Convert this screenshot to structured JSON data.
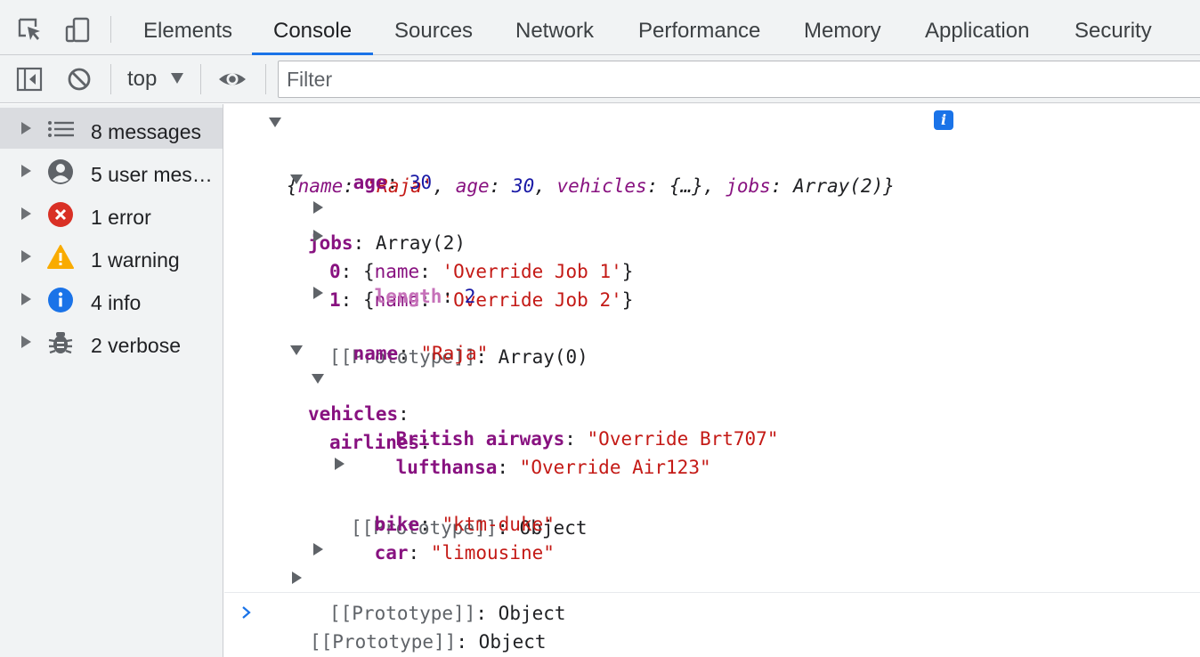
{
  "tabs": [
    {
      "label": "Elements"
    },
    {
      "label": "Console",
      "active": true
    },
    {
      "label": "Sources"
    },
    {
      "label": "Network"
    },
    {
      "label": "Performance"
    },
    {
      "label": "Memory"
    },
    {
      "label": "Application"
    },
    {
      "label": "Security"
    }
  ],
  "toolbar": {
    "context": "top",
    "filter_placeholder": "Filter"
  },
  "sidebar": {
    "items": [
      {
        "label": "8 messages",
        "icon": "list-icon",
        "selected": true
      },
      {
        "label": "5 user mes…",
        "icon": "user-icon"
      },
      {
        "label": "1 error",
        "icon": "error-icon",
        "color": "#d93025"
      },
      {
        "label": "1 warning",
        "icon": "warning-icon",
        "color": "#f9ab00"
      },
      {
        "label": "4 info",
        "icon": "info-icon",
        "color": "#1a73e8"
      },
      {
        "label": "2 verbose",
        "icon": "bug-icon"
      }
    ]
  },
  "console": {
    "summary": {
      "open": "{",
      "name_key": "name",
      "name_val": "'Raja'",
      "age_key": "age",
      "age_val": "30",
      "vehicles_key": "vehicles",
      "vehicles_val": "{…}",
      "jobs_key": "jobs",
      "jobs_val": "Array(2)",
      "close": "}"
    },
    "age": {
      "key": "age",
      "value": "30"
    },
    "jobs": {
      "key": "jobs",
      "type": "Array(2)",
      "item0": {
        "index": "0",
        "name_key": "name",
        "name_val": "'Override Job 1'"
      },
      "item1": {
        "index": "1",
        "name_key": "name",
        "name_val": "'Override Job 2'"
      },
      "length": {
        "key": "length",
        "value": "2"
      },
      "proto": {
        "key": "[[Prototype]]",
        "value": "Array(0)"
      }
    },
    "name": {
      "key": "name",
      "value": "\"Raja\""
    },
    "vehicles": {
      "key": "vehicles",
      "airlines": {
        "key": "airlines",
        "british": {
          "key": "British airways",
          "value": "\"Override Brt707\""
        },
        "lufthansa": {
          "key": "lufthansa",
          "value": "\"Override Air123\""
        },
        "proto": {
          "key": "[[Prototype]]",
          "value": "Object"
        }
      },
      "bike": {
        "key": "bike",
        "value": "\"ktm-duke\""
      },
      "car": {
        "key": "car",
        "value": "\"limousine\""
      },
      "proto": {
        "key": "[[Prototype]]",
        "value": "Object"
      }
    },
    "proto": {
      "key": "[[Prototype]]",
      "value": "Object"
    }
  }
}
